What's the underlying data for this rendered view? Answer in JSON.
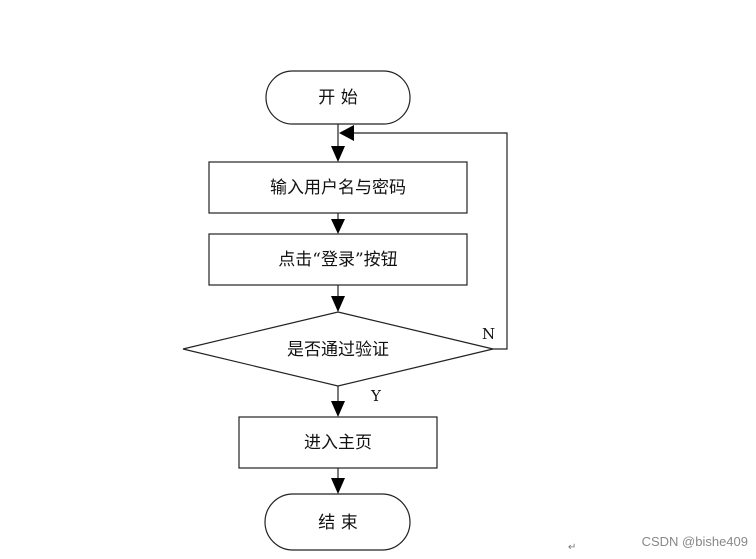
{
  "flowchart": {
    "start": "开 始",
    "step_input": "输入用户名与密码",
    "step_click": "点击“登录”按钮",
    "decision": "是否通过验证",
    "branch_no": "N",
    "branch_yes": "Y",
    "step_enter": "进入主页",
    "end": "结 束"
  },
  "watermark": "CSDN @bishe409",
  "paragraph_mark": "↵"
}
